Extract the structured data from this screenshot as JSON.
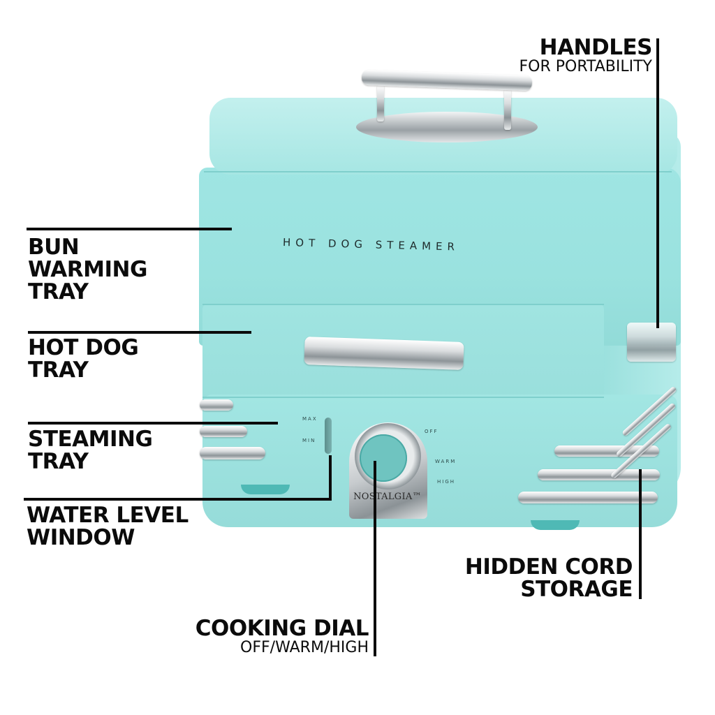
{
  "product": {
    "front_text": "HOT DOG STEAMER",
    "brand": "NOSTALGIA™",
    "water_window": {
      "max_label": "MAX",
      "min_label": "MIN"
    },
    "dial_settings": {
      "off": "OFF",
      "warm": "WARM",
      "high": "HIGH"
    },
    "colors": {
      "body": "#9ee3e0",
      "chrome": "#c9cdd0",
      "text": "#0b0b0b",
      "background": "#ffffff"
    }
  },
  "callouts": [
    {
      "id": "handles",
      "title": "HANDLES",
      "subtitle": "FOR PORTABILITY"
    },
    {
      "id": "bun-warming-tray",
      "title_lines": [
        "BUN",
        "WARMING",
        "TRAY"
      ]
    },
    {
      "id": "hot-dog-tray",
      "title_lines": [
        "HOT DOG",
        "TRAY"
      ]
    },
    {
      "id": "steaming-tray",
      "title_lines": [
        "STEAMING",
        "TRAY"
      ]
    },
    {
      "id": "water-level-window",
      "title_lines": [
        "WATER LEVEL",
        "WINDOW"
      ]
    },
    {
      "id": "hidden-cord-storage",
      "title_lines": [
        "HIDDEN CORD",
        "STORAGE"
      ]
    },
    {
      "id": "cooking-dial",
      "title": "COOKING DIAL",
      "subtitle": "OFF/WARM/HIGH"
    }
  ]
}
